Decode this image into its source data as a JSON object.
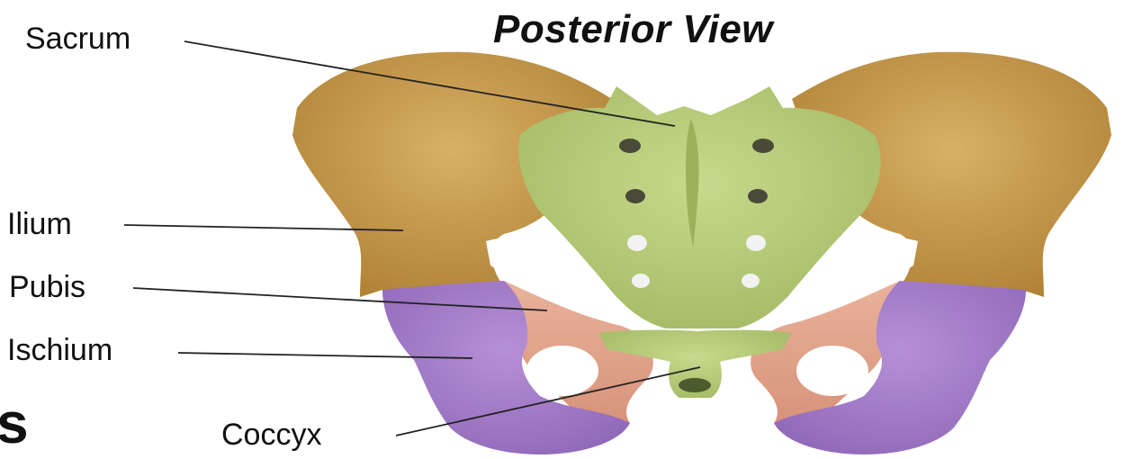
{
  "title": "Posterior View",
  "labels": {
    "sacrum": "Sacrum",
    "ilium": "Ilium",
    "pubis": "Pubis",
    "ischium": "Ischium",
    "coccyx": "Coccyx"
  },
  "cropped_heading_fragment": "s",
  "colors": {
    "ilium": "#c9a055",
    "sacrum": "#b8cc7a",
    "pubis": "#e2a58e",
    "ischium": "#a77fc9",
    "background": "#ffffff",
    "leader_line": "#222222"
  }
}
